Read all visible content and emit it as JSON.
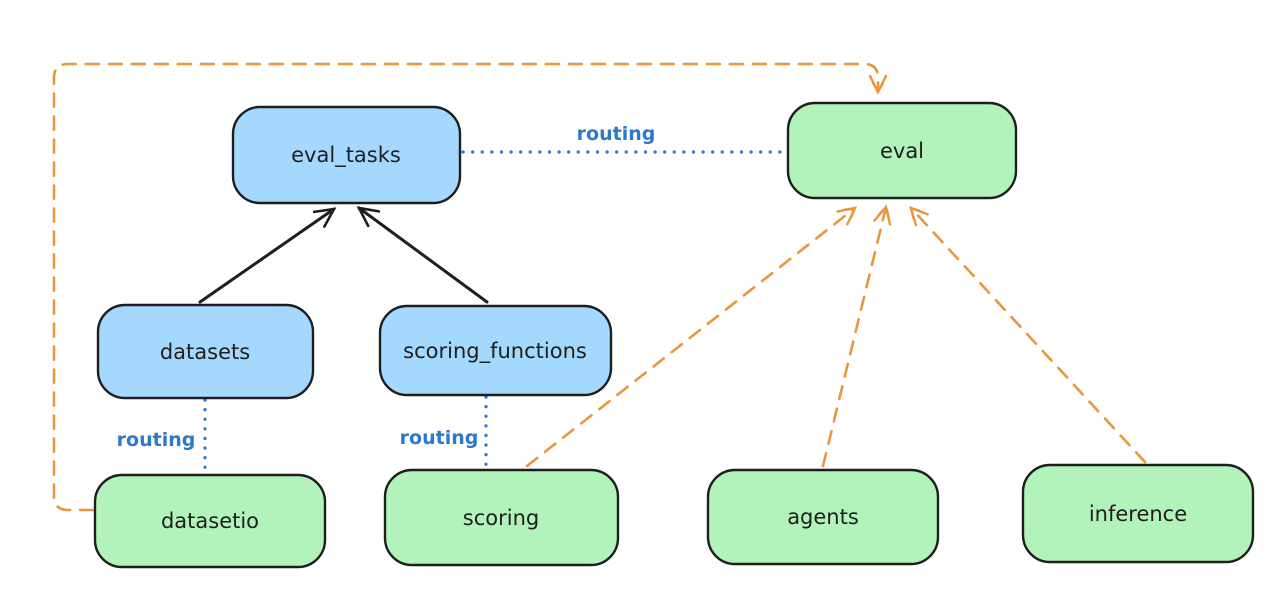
{
  "colors": {
    "resource_fill": "#a5d8ff",
    "provider_fill": "#b2f2bb",
    "outline": "#1e1e1e",
    "routing": "#2d78cb",
    "provider_arrow": "#e8973c"
  },
  "nodes": {
    "eval_tasks": {
      "label": "eval_tasks"
    },
    "eval": {
      "label": "eval"
    },
    "datasets": {
      "label": "datasets"
    },
    "scoring_functions": {
      "label": "scoring_functions"
    },
    "datasetio": {
      "label": "datasetio"
    },
    "scoring": {
      "label": "scoring"
    },
    "agents": {
      "label": "agents"
    },
    "inference": {
      "label": "inference"
    }
  },
  "edges": [
    {
      "from": "datasets",
      "to": "eval_tasks",
      "style": "solid_arrow"
    },
    {
      "from": "scoring_functions",
      "to": "eval_tasks",
      "style": "solid_arrow"
    },
    {
      "from": "eval_tasks",
      "to": "eval",
      "style": "dotted",
      "label": "routing"
    },
    {
      "from": "datasets",
      "to": "datasetio",
      "style": "dotted",
      "label": "routing"
    },
    {
      "from": "scoring_functions",
      "to": "scoring",
      "style": "dotted",
      "label": "routing"
    },
    {
      "from": "datasetio",
      "to": "eval",
      "style": "dashed_arrow"
    },
    {
      "from": "scoring",
      "to": "eval",
      "style": "dashed_arrow"
    },
    {
      "from": "agents",
      "to": "eval",
      "style": "dashed_arrow"
    },
    {
      "from": "inference",
      "to": "eval",
      "style": "dashed_arrow"
    }
  ]
}
